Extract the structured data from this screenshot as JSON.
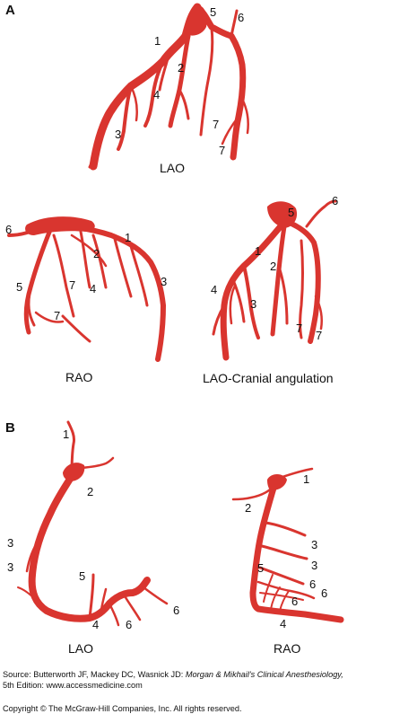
{
  "colors": {
    "vessel": "#d9352f",
    "text": "#111111",
    "background": "#ffffff"
  },
  "section_a": {
    "letter": "A",
    "lao": {
      "view": "LAO",
      "labels": [
        "1",
        "2",
        "3",
        "4",
        "5",
        "6",
        "7",
        "7"
      ]
    },
    "rao": {
      "view": "RAO",
      "labels": [
        "1",
        "2",
        "3",
        "4",
        "5",
        "6",
        "7",
        "7"
      ]
    },
    "lao_cranial": {
      "view": "LAO-Cranial angulation",
      "labels": [
        "1",
        "2",
        "3",
        "4",
        "5",
        "6",
        "7",
        "7"
      ]
    }
  },
  "section_b": {
    "letter": "B",
    "lao": {
      "view": "LAO",
      "labels": [
        "1",
        "2",
        "3",
        "3",
        "4",
        "5",
        "6",
        "6"
      ]
    },
    "rao": {
      "view": "RAO",
      "labels": [
        "1",
        "2",
        "3",
        "3",
        "4",
        "5",
        "6",
        "6",
        "6"
      ]
    }
  },
  "caption": {
    "source_prefix": "Source: Butterworth JF, Mackey DC, Wasnick JD:",
    "book_title": "Morgan & Mikhail's Clinical Anesthesiology,",
    "edition_line": "5th Edition: www.accessmedicine.com",
    "copyright": "Copyright © The McGraw-Hill Companies, Inc. All rights reserved."
  }
}
